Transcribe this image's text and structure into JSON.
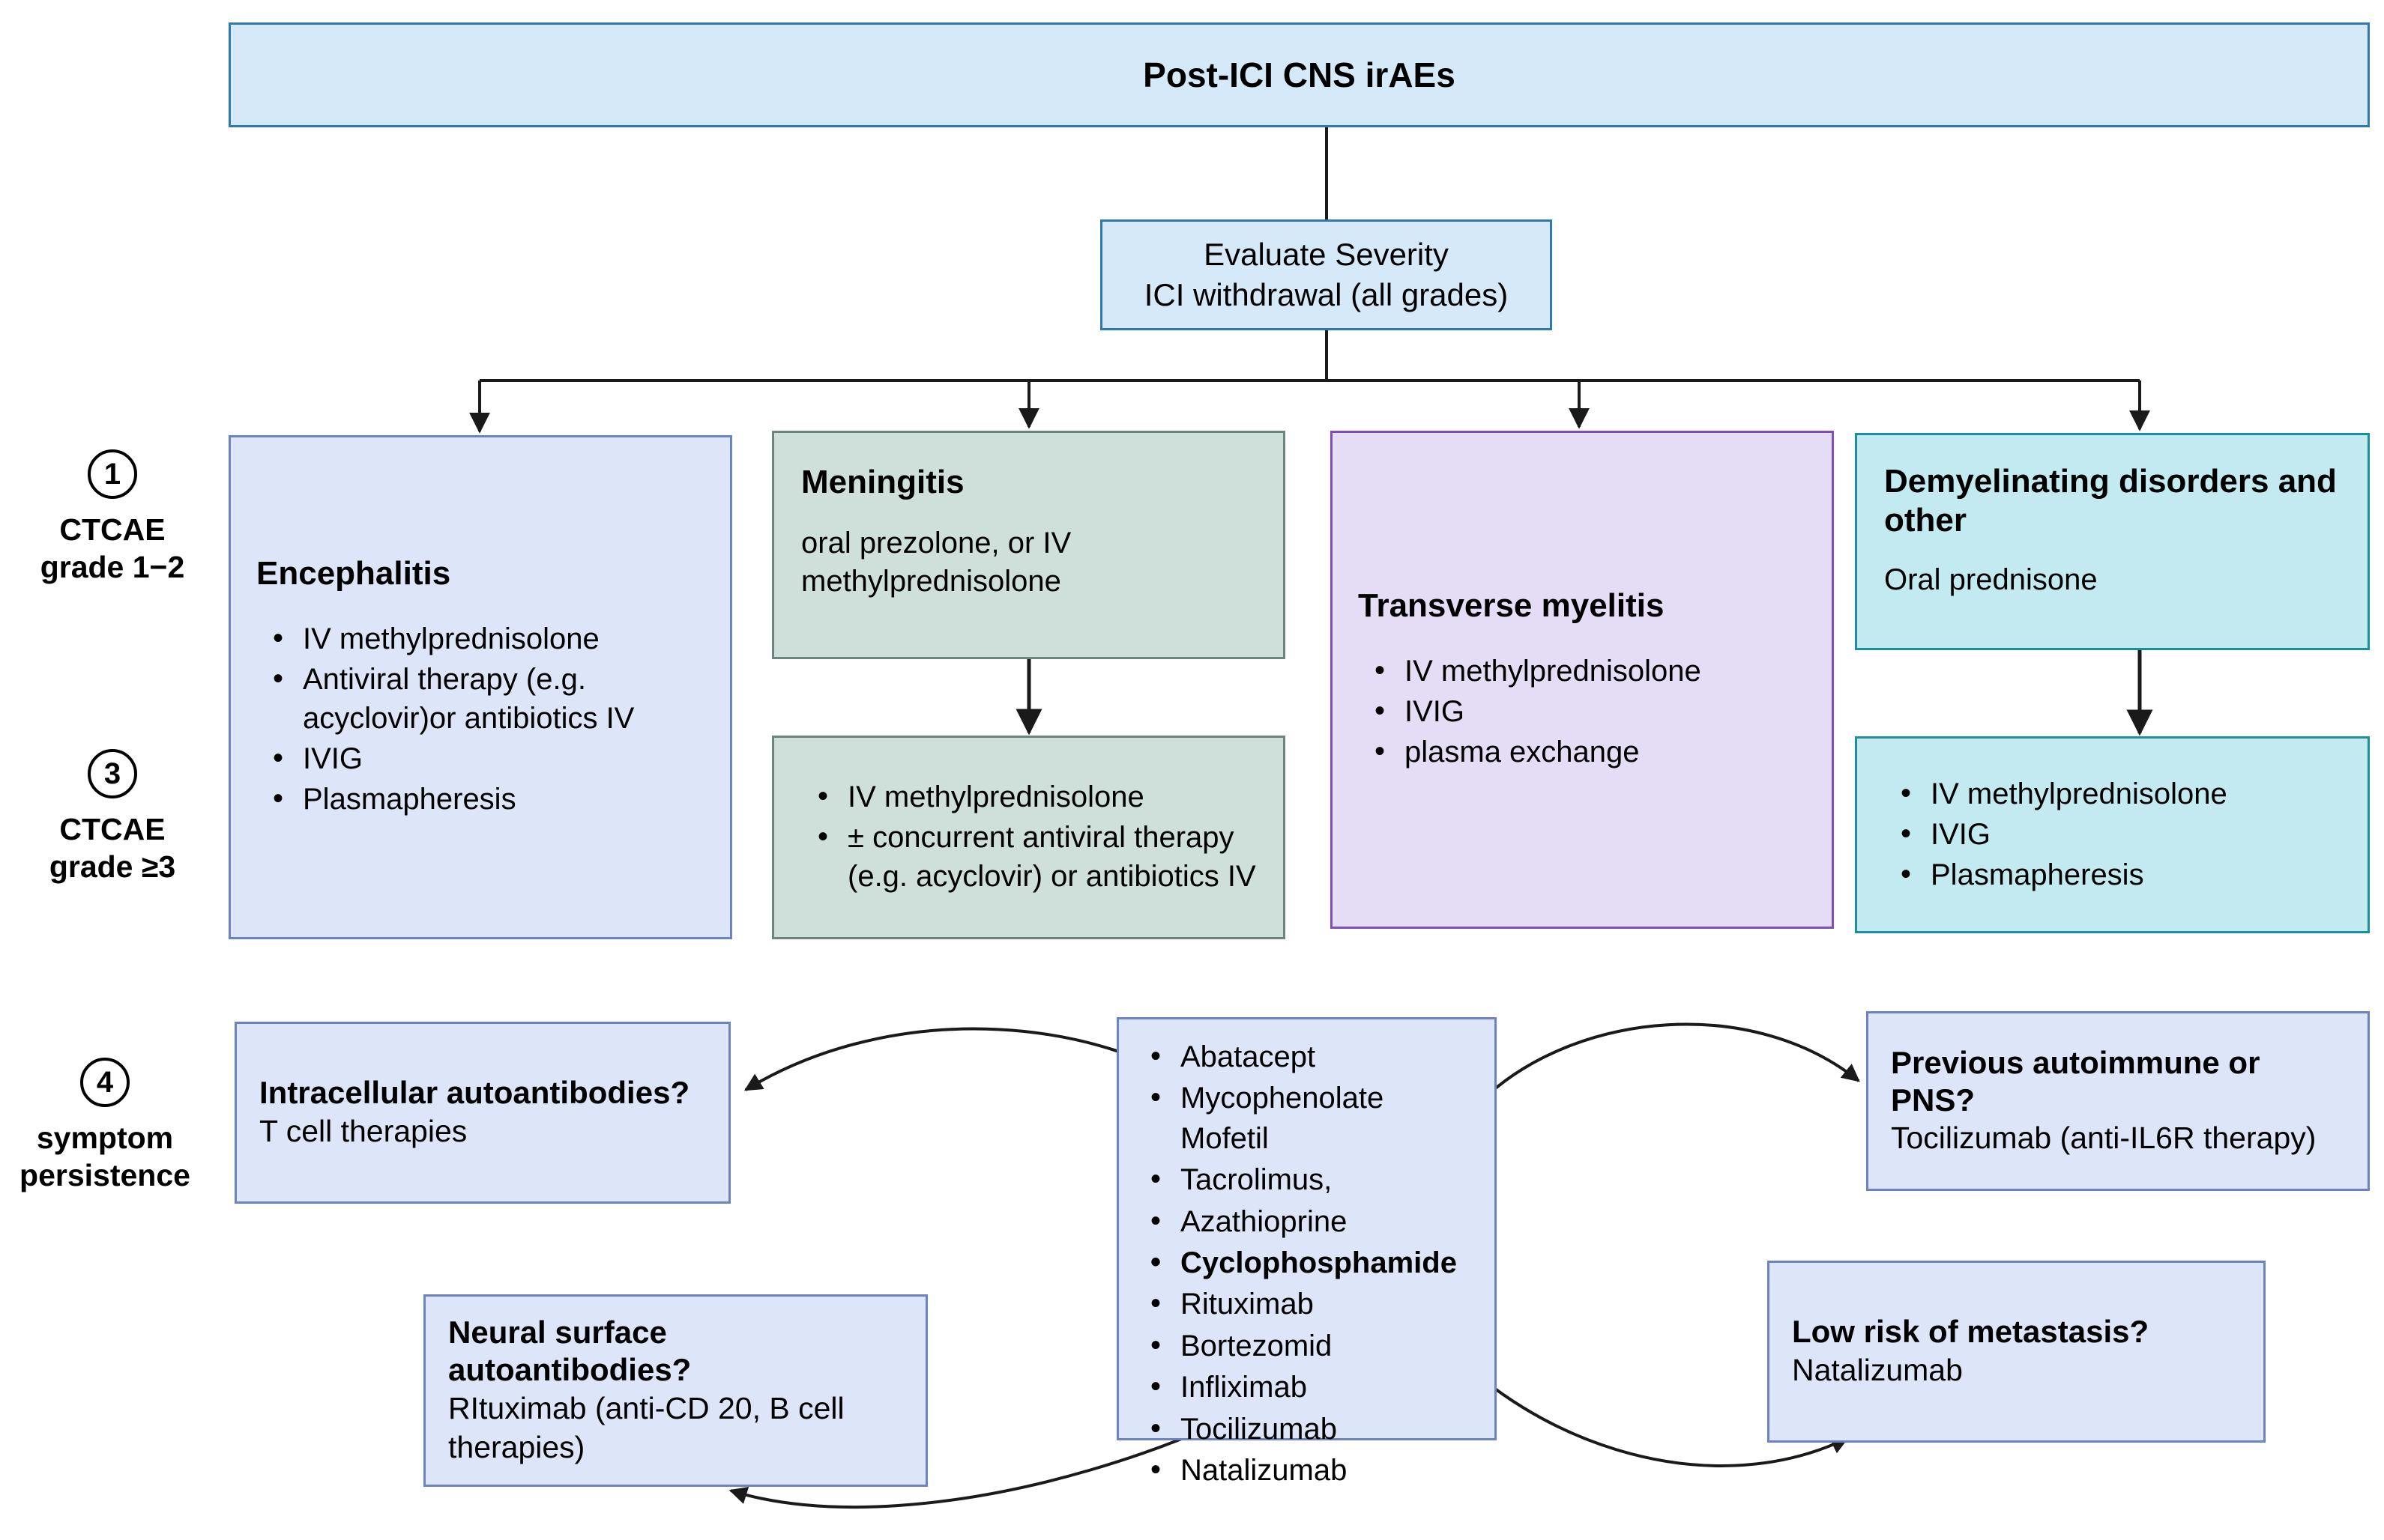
{
  "header": {
    "title": "Post-ICI CNS irAEs"
  },
  "evaluate": {
    "line1": "Evaluate Severity",
    "line2": "ICI withdrawal (all grades)"
  },
  "stages": [
    {
      "number": "1",
      "label_line1": "CTCAE",
      "label_line2": "grade 1−2"
    },
    {
      "number": "3",
      "label_line1": "CTCAE",
      "label_line2": "grade ≥3"
    },
    {
      "number": "4",
      "label_line1": "symptom",
      "label_line2": "persistence"
    }
  ],
  "columns": {
    "encephalitis": {
      "title": "Encephalitis",
      "items": [
        "IV methylprednisolone",
        "Antiviral therapy (e.g. acyclovir)or antibiotics IV",
        "IVIG",
        "Plasmapheresis"
      ]
    },
    "meningitis": {
      "title": "Meningitis",
      "subtitle": "oral prezolone, or IV methylprednisolone",
      "severe_items": [
        "IV methylprednisolone",
        "± concurrent antiviral therapy (e.g. acyclovir) or antibiotics IV"
      ]
    },
    "myelitis": {
      "title": "Transverse myelitis",
      "items": [
        "IV methylprednisolone",
        "IVIG",
        "plasma exchange"
      ]
    },
    "demyelinating": {
      "title": "Demyelinating disorders and other",
      "subtitle": "Oral prednisone",
      "severe_items": [
        "IV methylprednisolone",
        "IVIG",
        "Plasmapheresis"
      ]
    }
  },
  "persistence": {
    "drug_list": [
      {
        "name": "Abatacept",
        "bold": false
      },
      {
        "name": "Mycophenolate Mofetil",
        "bold": false
      },
      {
        "name": "Tacrolimus,",
        "bold": false
      },
      {
        "name": "Azathioprine",
        "bold": false
      },
      {
        "name": "Cyclophosphamide",
        "bold": true
      },
      {
        "name": "Rituximab",
        "bold": false
      },
      {
        "name": "Bortezomid",
        "bold": false
      },
      {
        "name": "Infliximab",
        "bold": false
      },
      {
        "name": "Tocilizumab",
        "bold": false
      },
      {
        "name": "Natalizumab",
        "bold": false
      }
    ],
    "intracellular": {
      "question": "Intracellular autoantibodies?",
      "answer": "T cell therapies"
    },
    "neural_surface": {
      "question": "Neural surface autoantibodies?",
      "answer": "RItuximab (anti-CD 20, B cell therapies)"
    },
    "previous_autoimmune": {
      "question": "Previous autoimmune or PNS?",
      "answer": "Tocilizumab (anti-IL6R therapy)"
    },
    "metastasis": {
      "question": "Low risk of metastasis?",
      "answer": "Natalizumab"
    }
  },
  "colors": {
    "header_fill": "#d6e9f8",
    "header_border": "#2e7ab0",
    "blue_fill": "#dde5f8",
    "blue_border": "#6d82c0",
    "green_fill": "#cfe0da",
    "green_border": "#6d8580",
    "purple_fill": "#e5ddf5",
    "purple_border": "#7e4fba",
    "teal_fill": "#c3eaf0",
    "teal_border": "#1d8e9c",
    "connector": "#1a1a1a"
  }
}
